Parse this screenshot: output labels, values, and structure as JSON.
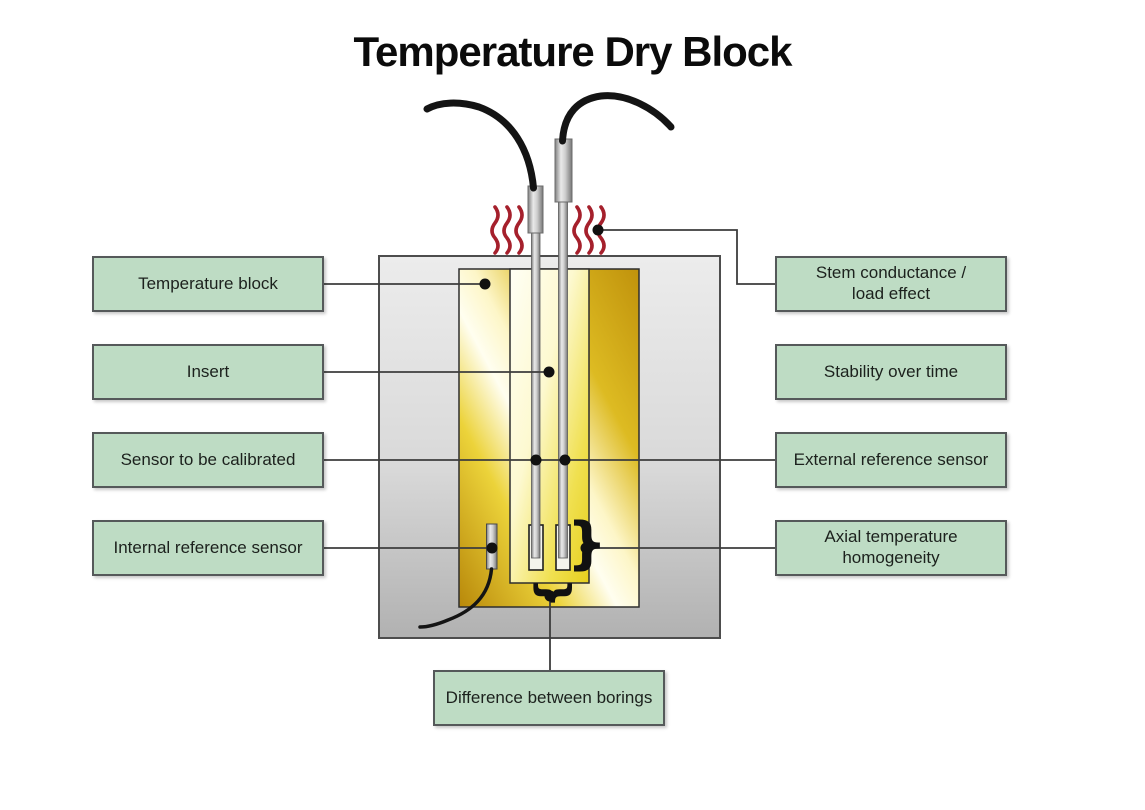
{
  "title": "Temperature Dry Block",
  "labels": {
    "temperature_block": "Temperature block",
    "insert": "Insert",
    "sensor_to_be_calibrated": "Sensor to be calibrated",
    "internal_reference_sensor": "Internal reference sensor",
    "stem_conductance_load_effect": "Stem conductance /\nload effect",
    "stability_over_time": "Stability over time",
    "external_reference_sensor": "External reference sensor",
    "axial_temperature_homogeneity": "Axial temperature\nhomogeneity",
    "difference_between_borings": "Difference between borings"
  },
  "glyphs": {
    "curly_brace": "}"
  },
  "colors": {
    "label_fill": "#bedcc4",
    "label_border": "#55595a",
    "label_text": "#1c211d",
    "block_gray_top": "#ececec",
    "block_gray_bottom": "#b1b1b1",
    "insert_gold_dark": "#b8880a",
    "insert_gold_bright": "#fffef0",
    "inner_bore_pale": "#fdf9d0",
    "heat_red": "#a5202c",
    "connector_line": "#3d3d3d",
    "cable_black": "#141414",
    "probe_gray": "#c9c9c9"
  }
}
